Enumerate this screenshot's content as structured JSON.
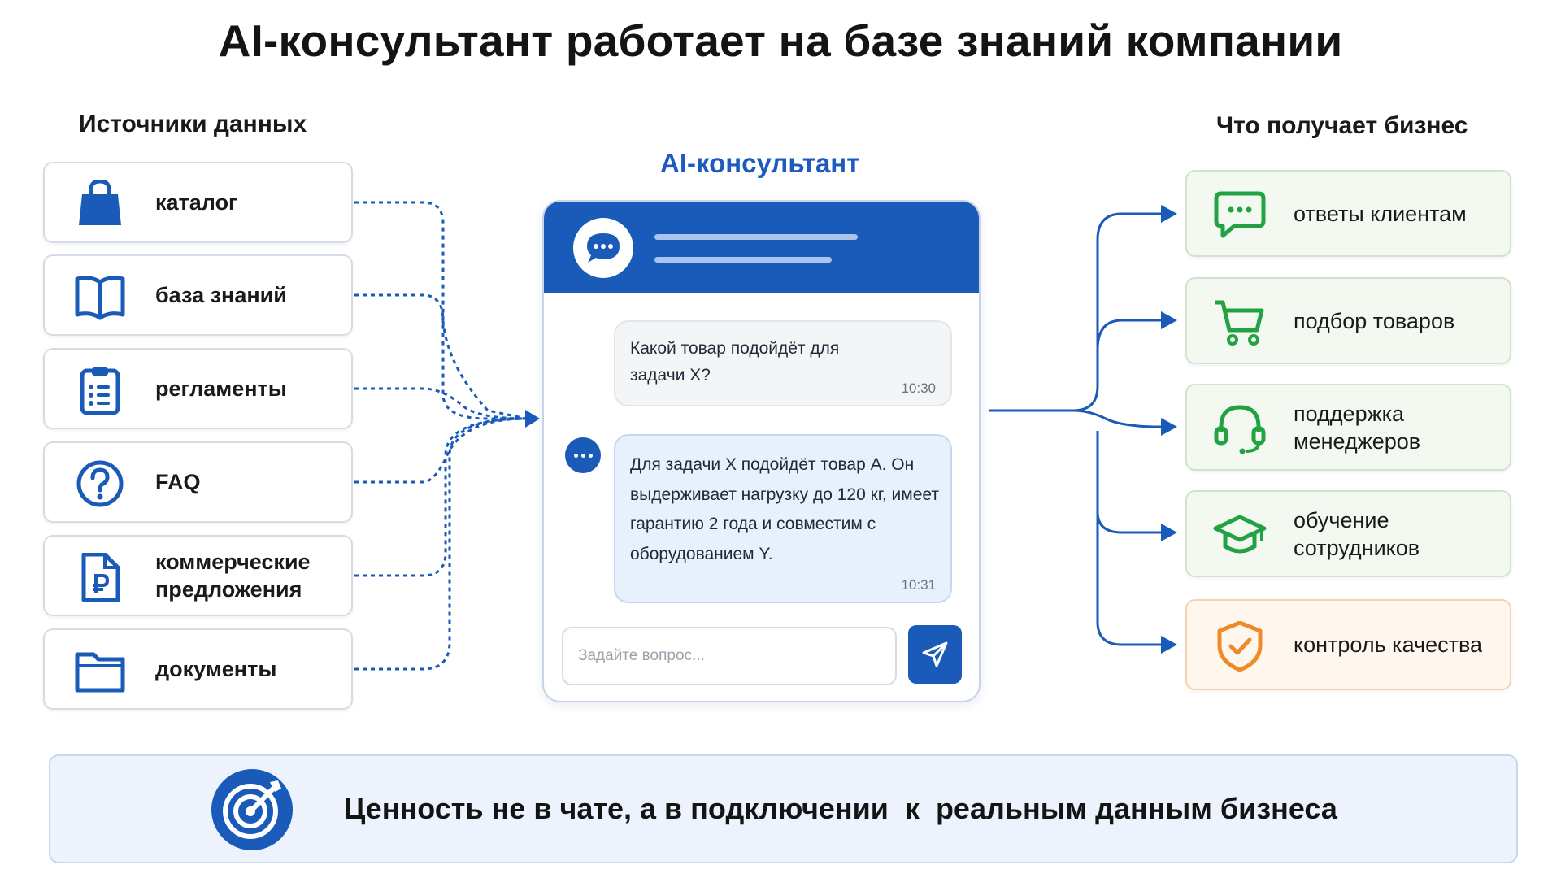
{
  "title": "AI-консультант работает на базе знаний компании",
  "sources": {
    "heading": "Источники данных",
    "items": [
      {
        "label": "каталог",
        "icon": "shopping-bag-icon"
      },
      {
        "label": "база знаний",
        "icon": "open-book-icon"
      },
      {
        "label": "регламенты",
        "icon": "clipboard-list-icon"
      },
      {
        "label": "FAQ",
        "icon": "question-circle-icon"
      },
      {
        "label": "коммерческие предложения",
        "icon": "ruble-document-icon"
      },
      {
        "label": "документы",
        "icon": "folder-icon"
      }
    ]
  },
  "consultant": {
    "heading": "AI-консультант",
    "messages": [
      {
        "role": "user",
        "text": "Какой товар подойдёт для задачи X?",
        "time": "10:30"
      },
      {
        "role": "bot",
        "text": "Для задачи X подойдёт товар А. Он выдерживает нагрузку до 120 кг, имеет гарантию 2 года и совместим с оборудованием Y.",
        "time": "10:31"
      }
    ],
    "input_placeholder": "Задайте вопрос..."
  },
  "benefits": {
    "heading": "Что получает бизнес",
    "items": [
      {
        "label": "ответы клиентам",
        "icon": "chat-bubble-icon",
        "tone": "green"
      },
      {
        "label": "подбор товаров",
        "icon": "shopping-cart-icon",
        "tone": "green"
      },
      {
        "label": "поддержка менеджеров",
        "icon": "headset-icon",
        "tone": "green"
      },
      {
        "label": "обучение сотрудников",
        "icon": "graduation-cap-icon",
        "tone": "green"
      },
      {
        "label": "контроль качества",
        "icon": "shield-check-icon",
        "tone": "orange"
      }
    ]
  },
  "footer": {
    "text": "Ценность не в чате, а в подключении  к  реальным данным бизнеса",
    "icon": "target-arrow-icon"
  },
  "colors": {
    "blue": "#1a5ab8",
    "green": "#22a243",
    "orange": "#ee8a2a"
  }
}
